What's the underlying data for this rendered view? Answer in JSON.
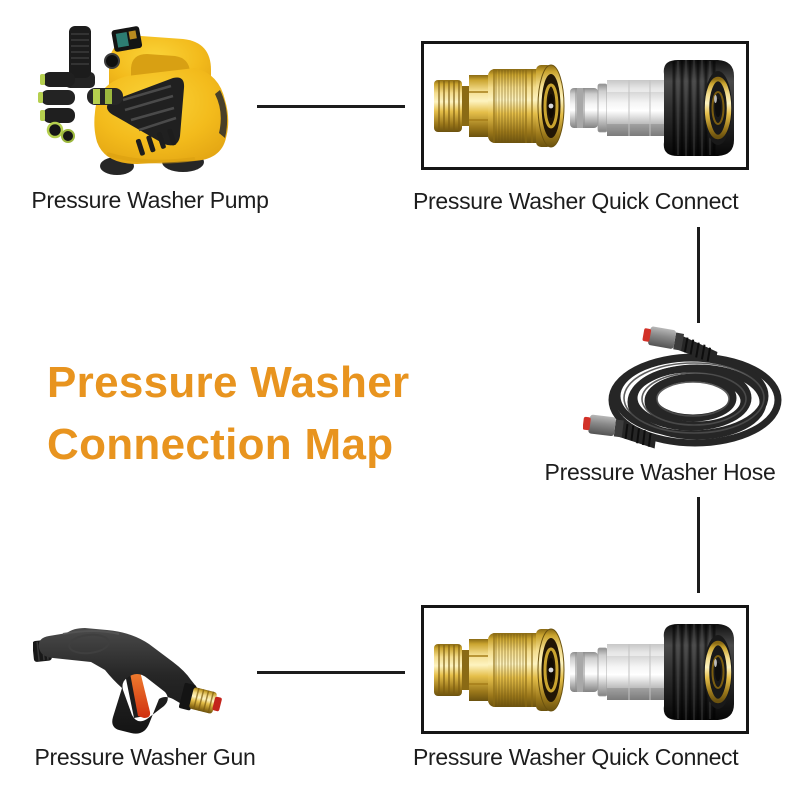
{
  "title": {
    "line1": "Pressure Washer",
    "line2": "Connection Map"
  },
  "items": {
    "pump": {
      "label": "Pressure Washer Pump"
    },
    "quick_connect_top": {
      "label": "Pressure Washer Quick Connect"
    },
    "hose": {
      "label": "Pressure Washer Hose"
    },
    "quick_connect_bottom": {
      "label": "Pressure Washer Quick Connect"
    },
    "gun": {
      "label": "Pressure Washer Gun"
    }
  },
  "connections": [
    {
      "from": "pump",
      "to": "quick_connect_top"
    },
    {
      "from": "quick_connect_top",
      "to": "hose"
    },
    {
      "from": "hose",
      "to": "quick_connect_bottom"
    },
    {
      "from": "gun",
      "to": "quick_connect_bottom"
    }
  ],
  "colors": {
    "background": "#FFFFFF",
    "title_orange": "#E8941F",
    "label_text": "#1D1D1D",
    "connector_line": "#1C1C1C",
    "box_border": "#151515",
    "brass": "#CBA42F",
    "pump_yellow": "#F3BB1C",
    "hose_black": "#262626",
    "fitting_red": "#D23128"
  }
}
